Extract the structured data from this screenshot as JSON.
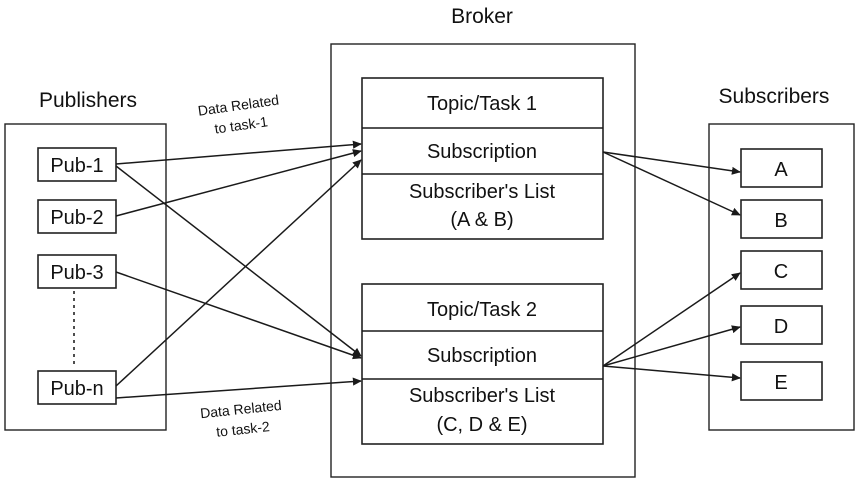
{
  "headings": {
    "publishers": "Publishers",
    "broker": "Broker",
    "subscribers": "Subscribers"
  },
  "publishers": [
    "Pub-1",
    "Pub-2",
    "Pub-3",
    "Pub-n"
  ],
  "topics": [
    {
      "title": "Topic/Task 1",
      "subscription": "Subscription",
      "list_line1": "Subscriber's List",
      "list_line2": "(A & B)"
    },
    {
      "title": "Topic/Task 2",
      "subscription": "Subscription",
      "list_line1": "Subscriber's List",
      "list_line2": "(C, D & E)"
    }
  ],
  "subscribers": [
    "A",
    "B",
    "C",
    "D",
    "E"
  ],
  "annotations": {
    "task1_line1": "Data Related",
    "task1_line2": "to task-1",
    "task2_line1": "Data Related",
    "task2_line2": "to task-2"
  },
  "connections": [
    {
      "from": "Pub-1",
      "to": "Topic/Task 1"
    },
    {
      "from": "Pub-1",
      "to": "Topic/Task 2"
    },
    {
      "from": "Pub-2",
      "to": "Topic/Task 1"
    },
    {
      "from": "Pub-3",
      "to": "Topic/Task 2"
    },
    {
      "from": "Pub-n",
      "to": "Topic/Task 1"
    },
    {
      "from": "Pub-n",
      "to": "Topic/Task 2"
    },
    {
      "from": "Topic/Task 1",
      "to": "A"
    },
    {
      "from": "Topic/Task 1",
      "to": "B"
    },
    {
      "from": "Topic/Task 2",
      "to": "C"
    },
    {
      "from": "Topic/Task 2",
      "to": "D"
    },
    {
      "from": "Topic/Task 2",
      "to": "E"
    }
  ]
}
